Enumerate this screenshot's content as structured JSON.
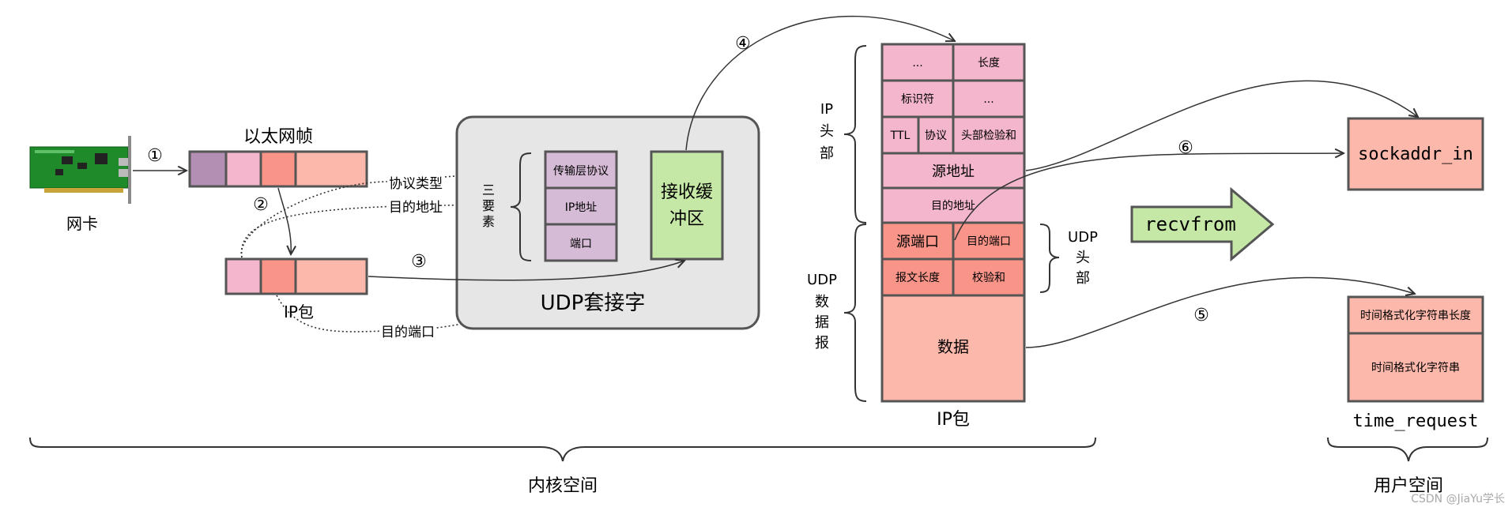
{
  "nic": {
    "label": "网卡"
  },
  "circles": {
    "c1": "①",
    "c2": "②",
    "c3": "③",
    "c4": "④",
    "c5": "⑤",
    "c6": "⑥"
  },
  "eth_frame": {
    "title": "以太网帧"
  },
  "ip_small": {
    "label": "IP包"
  },
  "annotations": {
    "proto_type": "协议类型",
    "dst_addr": "目的地址",
    "dst_port": "目的端口"
  },
  "socket": {
    "title": "UDP套接字",
    "three_elements": [
      "三",
      "要",
      "素"
    ],
    "rows": [
      "传输层协议",
      "IP地址",
      "端口"
    ],
    "recv_buffer": [
      "接收缓",
      "冲区"
    ]
  },
  "ip_packet": {
    "side_ip_header": [
      "IP",
      "头",
      "部"
    ],
    "side_udp_datagram": [
      "UDP",
      "数",
      "据",
      "报"
    ],
    "side_udp_header": [
      "UDP",
      "头",
      "部"
    ],
    "cells": {
      "r1a": "...",
      "r1b": "长度",
      "r2a": "标识符",
      "r2b": "...",
      "r3a": "TTL",
      "r3b": "协议",
      "r3c": "头部检验和",
      "r4": "源地址",
      "r5": "目的地址",
      "r6a": "源端口",
      "r6b": "目的端口",
      "r7a": "报文长度",
      "r7b": "校验和",
      "data": "数据"
    },
    "title": "IP包"
  },
  "recvfrom": {
    "label": "recvfrom"
  },
  "sockaddr": {
    "label": "sockaddr_in"
  },
  "time_request": {
    "rows": [
      "时间格式化字符串长度",
      "时间格式化字符串"
    ],
    "title": "time_request"
  },
  "spaces": {
    "kernel": "内核空间",
    "user": "用户空间"
  },
  "watermark": "CSDN @JiaYu学长",
  "colors": {
    "purple": "#b390b3",
    "pink": "#f3b6cc",
    "salmon": "#f99488",
    "lightsalmon": "#fdb8ac",
    "lavender": "#d6bbd6",
    "green": "#c6e8a6",
    "gray": "#e6e6e6",
    "stroke": "#555555"
  }
}
